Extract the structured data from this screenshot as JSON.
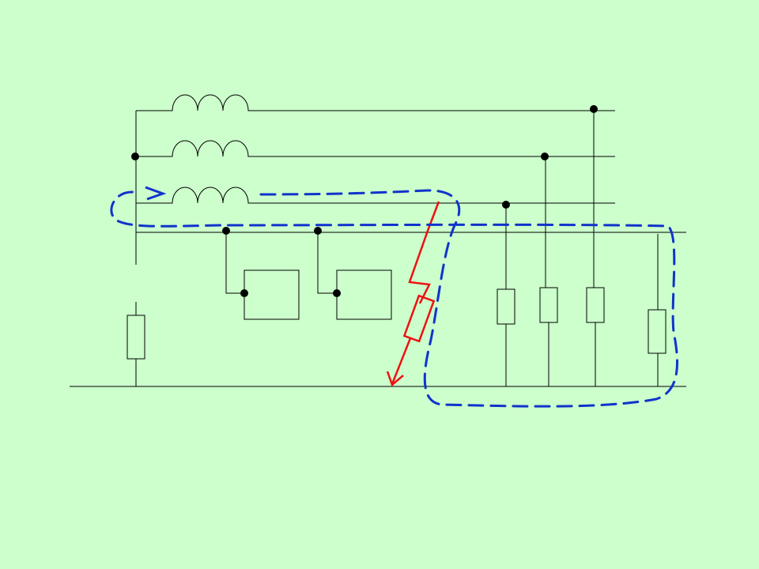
{
  "colors": {
    "background": "#ccffcc",
    "wire": "#000000",
    "fault_path": "#ee1111",
    "current_loop": "#1133cc"
  },
  "diagram": {
    "phase_windings": 3,
    "turns_per_winding": 3,
    "phase_lines": 3,
    "neutral_line": 1,
    "ground_line": 1,
    "loads_between_neutral_and_ground": 4,
    "protective_devices_on_neutral": 2,
    "source_grounding_resistor": 1,
    "fault_resistor": 1,
    "current_loop_dashed": true
  }
}
